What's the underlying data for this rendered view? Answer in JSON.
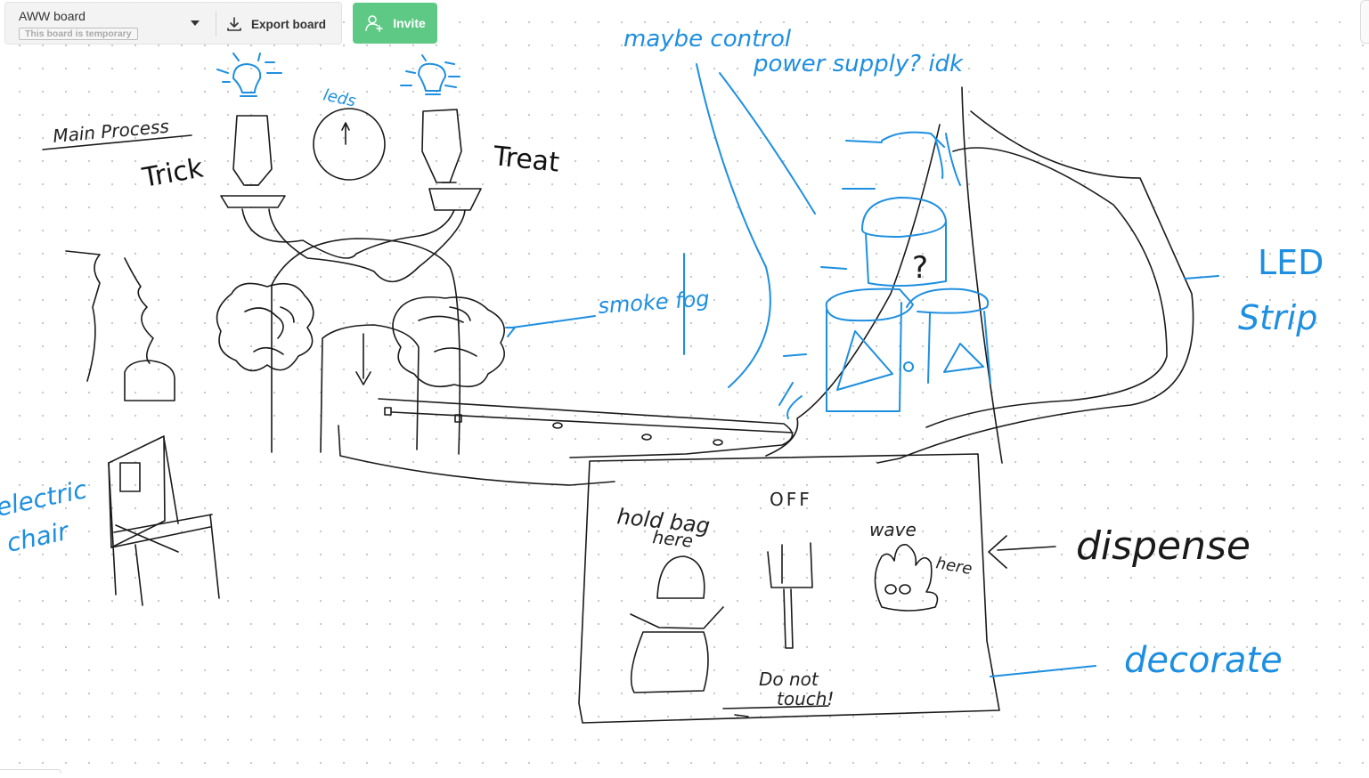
{
  "toolbar": {
    "board_name": "AWW board",
    "board_status": "This board is temporary",
    "export_label": "Export board",
    "invite_label": "Invite"
  },
  "canvas": {
    "annotations": {
      "main_process": "Main Process",
      "trick": "Trick",
      "leds": "leds",
      "treat": "Treat",
      "smoke_fog": "smoke fog",
      "maybe_control": "maybe control",
      "power_supply": "power supply? idk",
      "question_mark": "?",
      "led_strip_1": "LED",
      "led_strip_2": "Strip",
      "electric_chair_1": "electric",
      "electric_chair_2": "chair",
      "off": "OFF",
      "hold_bag_1": "hold bag",
      "hold_bag_2": "here",
      "wave_1": "wave",
      "wave_2": "here",
      "dispense": "dispense",
      "do_not_1": "Do not",
      "do_not_2": "touch!",
      "decorate": "decorate"
    }
  },
  "colors": {
    "ink_black": "#1a1a1a",
    "ink_blue": "#1e8fe0",
    "invite_green": "#5ec984"
  }
}
